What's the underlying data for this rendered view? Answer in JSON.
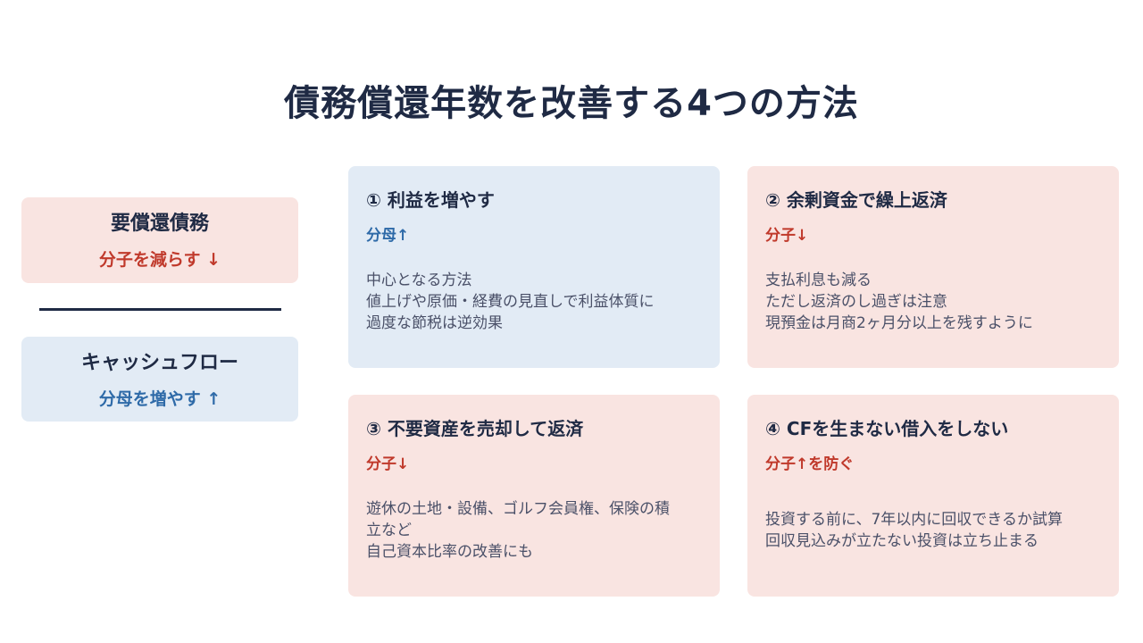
{
  "title": "債務償還年数を改善する4つの方法",
  "formula": {
    "numerator": {
      "label": "要償還債務",
      "action": "分子を減らす ↓"
    },
    "denominator": {
      "label": "キャッシュフロー",
      "action": "分母を増やす ↑"
    }
  },
  "methods": [
    {
      "title": "① 利益を増やす",
      "effect": "分母↑",
      "lines": [
        "中心となる方法",
        "値上げや原価・経費の見直しで利益体質に",
        "過度な節税は逆効果"
      ]
    },
    {
      "title": "② 余剰資金で繰上返済",
      "effect": "分子↓",
      "lines": [
        "支払利息も減る",
        "ただし返済のし過ぎは注意",
        "現預金は月商2ヶ月分以上を残すように"
      ]
    },
    {
      "title": "③ 不要資産を売却して返済",
      "effect": "分子↓",
      "lines": [
        "遊休の土地・設備、ゴルフ会員権、保険の積",
        "立など",
        "自己資本比率の改善にも"
      ]
    },
    {
      "title": "④ CFを生まない借入をしない",
      "effect": "分子↑を防ぐ",
      "lines": [
        "投資する前に、7年以内に回収できるか試算",
        "回収見込みが立たない投資は立ち止まる"
      ]
    }
  ],
  "colors": {
    "navy": "#1f2a44",
    "red": "#c0392b",
    "blue": "#2e6aa8",
    "pink_bg": "#f9e4e1",
    "blue_bg": "#e2ebf5"
  }
}
